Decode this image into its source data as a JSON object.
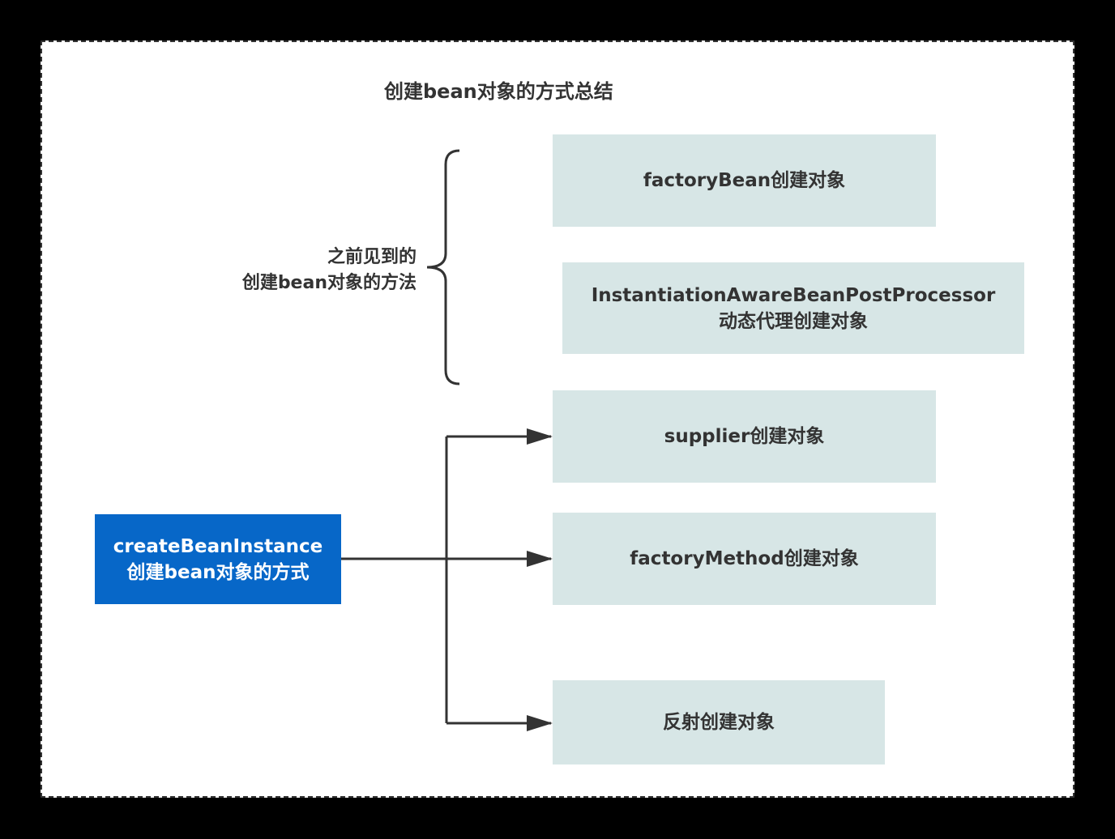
{
  "title": "创建bean对象的方式总结",
  "brace_label": {
    "line1": "之前见到的",
    "line2": "创建bean对象的方法"
  },
  "source": {
    "line1": "createBeanInstance",
    "line2": "创建bean对象的方式"
  },
  "boxes": {
    "factory_bean": {
      "line1": "factoryBean创建对象"
    },
    "instantiation_aware": {
      "line1": "InstantiationAwareBeanPostProcessor",
      "line2": "动态代理创建对象"
    },
    "supplier": {
      "line1": "supplier创建对象"
    },
    "factory_method": {
      "line1": "factoryMethod创建对象"
    },
    "reflection": {
      "line1": "反射创建对象"
    }
  },
  "colors": {
    "canvas_bg": "#ffffff",
    "box_fill": "#d7e6e6",
    "source_fill": "#0767c8",
    "line": "#333333"
  }
}
